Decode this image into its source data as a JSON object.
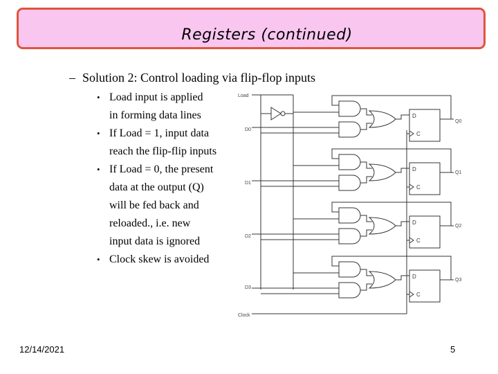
{
  "slide": {
    "title": "Registers (continued)",
    "subhead": {
      "dash": "–",
      "text": "Solution 2: Control loading via flip-flop inputs"
    },
    "bullets": [
      {
        "lines": [
          "Load input is applied",
          "in forming data lines"
        ]
      },
      {
        "lines": [
          "If Load = 1,  input data",
          "reach the flip-flip inputs"
        ]
      },
      {
        "lines": [
          "If Load = 0,  the present",
          "data at the output (Q)",
          "will be fed back and",
          "reloaded., i.e. new",
          "input data is ignored"
        ]
      },
      {
        "lines": [
          "Clock skew is avoided"
        ]
      }
    ],
    "footer": {
      "date": "12/14/2021",
      "page": "5"
    }
  },
  "circuit": {
    "load_label": "Load",
    "clock_label": "Clock",
    "inputs": [
      "D0",
      "D1",
      "D2",
      "D3"
    ],
    "outputs": [
      "Q0",
      "Q1",
      "Q2",
      "Q3"
    ],
    "ff_d": "D",
    "ff_c": "C"
  }
}
